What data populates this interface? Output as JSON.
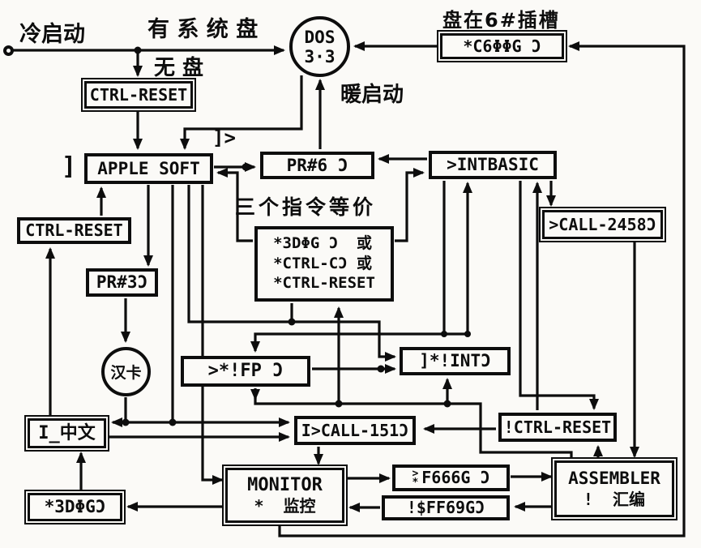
{
  "meta": {
    "description": "Scanned Chinese flowchart of Apple II system-state transitions",
    "colors": {
      "ink": "#0d0d0d",
      "paper": "#fbfaf7"
    }
  },
  "labels": {
    "cold_start": "冷启动",
    "has_system_disk": "有 系 统 盘",
    "no_disk": "无 盘",
    "warm_start": "暖启动",
    "disk_in_slot6": "盘在6#插槽",
    "three_equivalent": "三个指令等价",
    "applesoft_prompt": "]",
    "bracket_gt": "]>"
  },
  "nodes": {
    "dos_line1": "DOS",
    "dos_line2": "3·3",
    "c600g": "*C6ΦΦG Ɔ",
    "ctrl_reset_top": "CTRL-RESET",
    "applesoft": "APPLE SOFT",
    "pr6": "PR#6 Ɔ",
    "intbasic": ">INTBASIC",
    "three_cmd": [
      "*3DΦG Ɔ  或",
      "*CTRL-CƆ 或",
      "*CTRL-RESET"
    ],
    "call2458": ">CALL-2458Ɔ",
    "ctrl_reset_left": "CTRL-RESET",
    "pr3": "PR#3Ɔ",
    "hanka": "汉卡",
    "fp": ">*!FP Ɔ",
    "int": "]*!INTƆ",
    "i_chinese": "I_中文",
    "call151": "I>CALL-151Ɔ",
    "ctrl_reset_excl": "!CTRL-RESET",
    "monitor_line1": "MONITOR",
    "monitor_line2": "*  监控",
    "f666g_prompt_top": ">",
    "f666g_prompt_bottom": "*",
    "f666g": "F666G Ɔ",
    "ff69g": "!$FF69GƆ",
    "assembler_line1": "ASSEMBLER",
    "assembler_line2": "!  汇编",
    "d3d0g": "*3DΦGƆ"
  }
}
